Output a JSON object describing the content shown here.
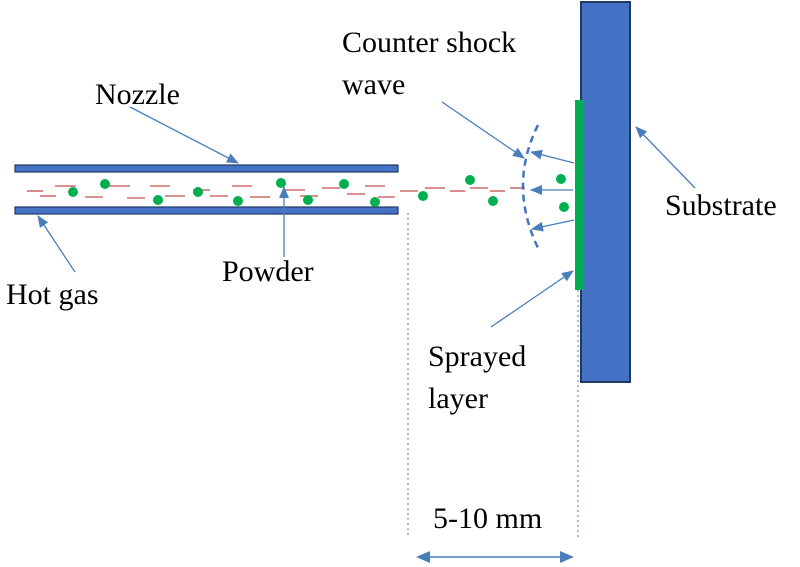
{
  "labels": {
    "nozzle": "Nozzle",
    "counter_shock_line1": "Counter shock",
    "counter_shock_line2": "wave",
    "substrate": "Substrate",
    "hot_gas": "Hot gas",
    "powder": "Powder",
    "sprayed_line1": "Sprayed",
    "sprayed_line2": "layer",
    "distance": "5-10 mm"
  },
  "colors": {
    "structure_blue": "#4472C4",
    "outline": "#1F3864",
    "powder_green": "#00B050",
    "gas_red": "#C0504D",
    "pointer_blue": "#4A7EBB",
    "text": "#000000"
  }
}
